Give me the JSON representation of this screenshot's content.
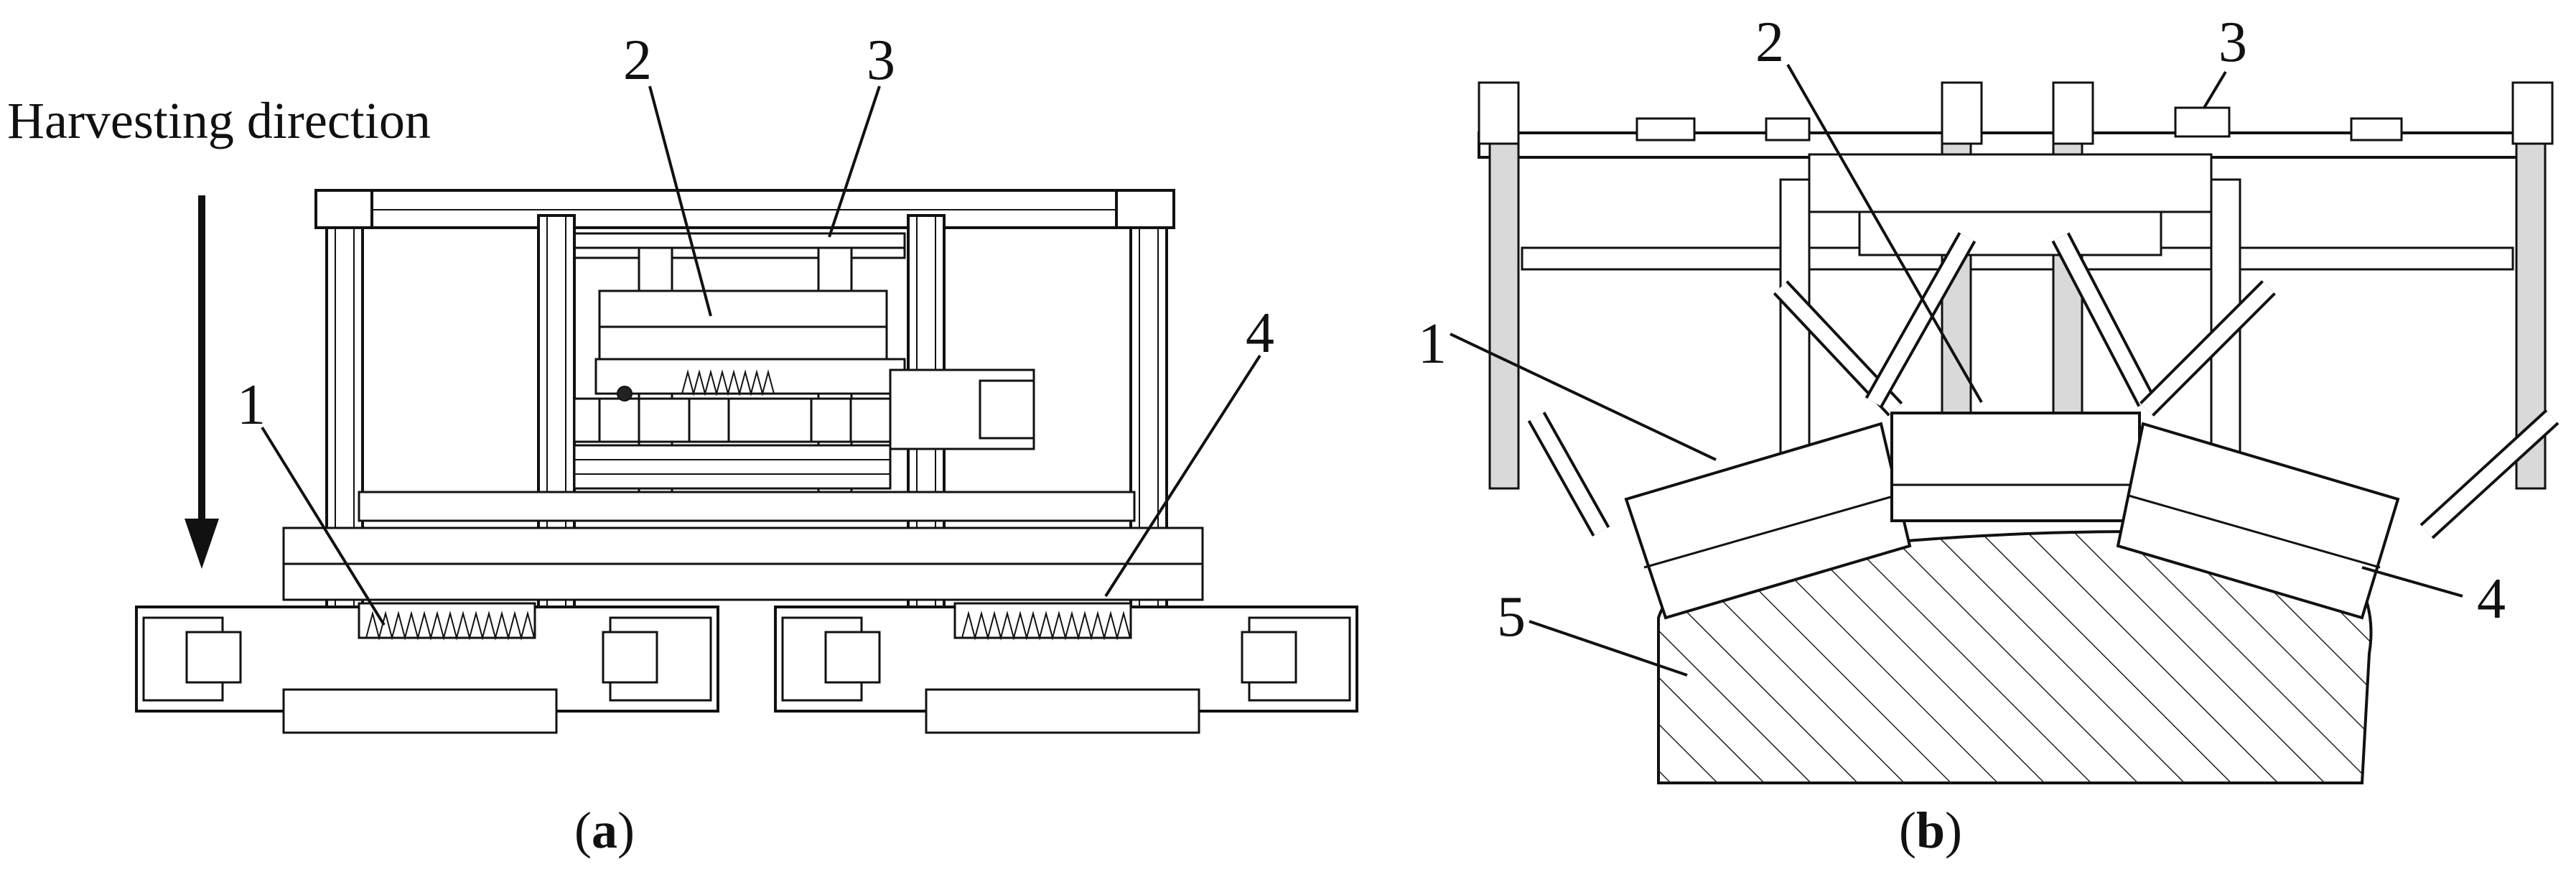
{
  "panel_a": {
    "direction_label": "Harvesting direction",
    "callouts": [
      "1",
      "2",
      "3",
      "4"
    ],
    "caption": {
      "open": "(",
      "letter": "a",
      "close": ")"
    }
  },
  "panel_b": {
    "callouts": [
      "1",
      "2",
      "3",
      "4",
      "5"
    ],
    "caption": {
      "open": "(",
      "letter": "b",
      "close": ")"
    }
  }
}
